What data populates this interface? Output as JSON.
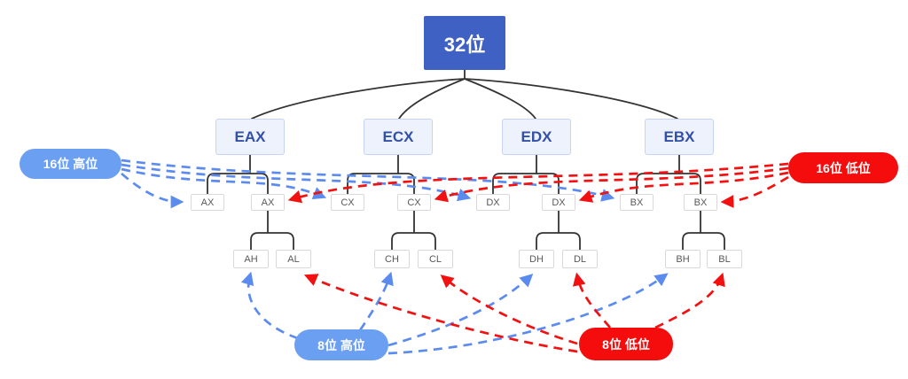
{
  "colors": {
    "root-box-bg": "#4061c4",
    "reg32-box-bg": "#eef2fd",
    "reg32-box-border": "#c7d3f4",
    "reg32-box-text": "#3350a8",
    "small-box-border": "#d9d9d9",
    "small-box-text": "#595959",
    "blue-accent": "#5c8bef",
    "red-accent": "#f31010",
    "pill-blue": "#6b9ff2",
    "pill-red": "#f50d0d",
    "tree-line": "#333333"
  },
  "root": {
    "label": "32位"
  },
  "level32": [
    {
      "label": "EAX"
    },
    {
      "label": "ECX"
    },
    {
      "label": "EDX"
    },
    {
      "label": "EBX"
    }
  ],
  "level16": [
    {
      "label": "AX"
    },
    {
      "label": "AX"
    },
    {
      "label": "CX"
    },
    {
      "label": "CX"
    },
    {
      "label": "DX"
    },
    {
      "label": "DX"
    },
    {
      "label": "BX"
    },
    {
      "label": "BX"
    }
  ],
  "level8": [
    {
      "label": "AH"
    },
    {
      "label": "AL"
    },
    {
      "label": "CH"
    },
    {
      "label": "CL"
    },
    {
      "label": "DH"
    },
    {
      "label": "DL"
    },
    {
      "label": "BH"
    },
    {
      "label": "BL"
    }
  ],
  "legends": {
    "high16": {
      "label": "16位 高位"
    },
    "low16": {
      "label": "16位 低位"
    },
    "high8": {
      "label": "8位 高位"
    },
    "low8": {
      "label": "8位 低位"
    }
  }
}
